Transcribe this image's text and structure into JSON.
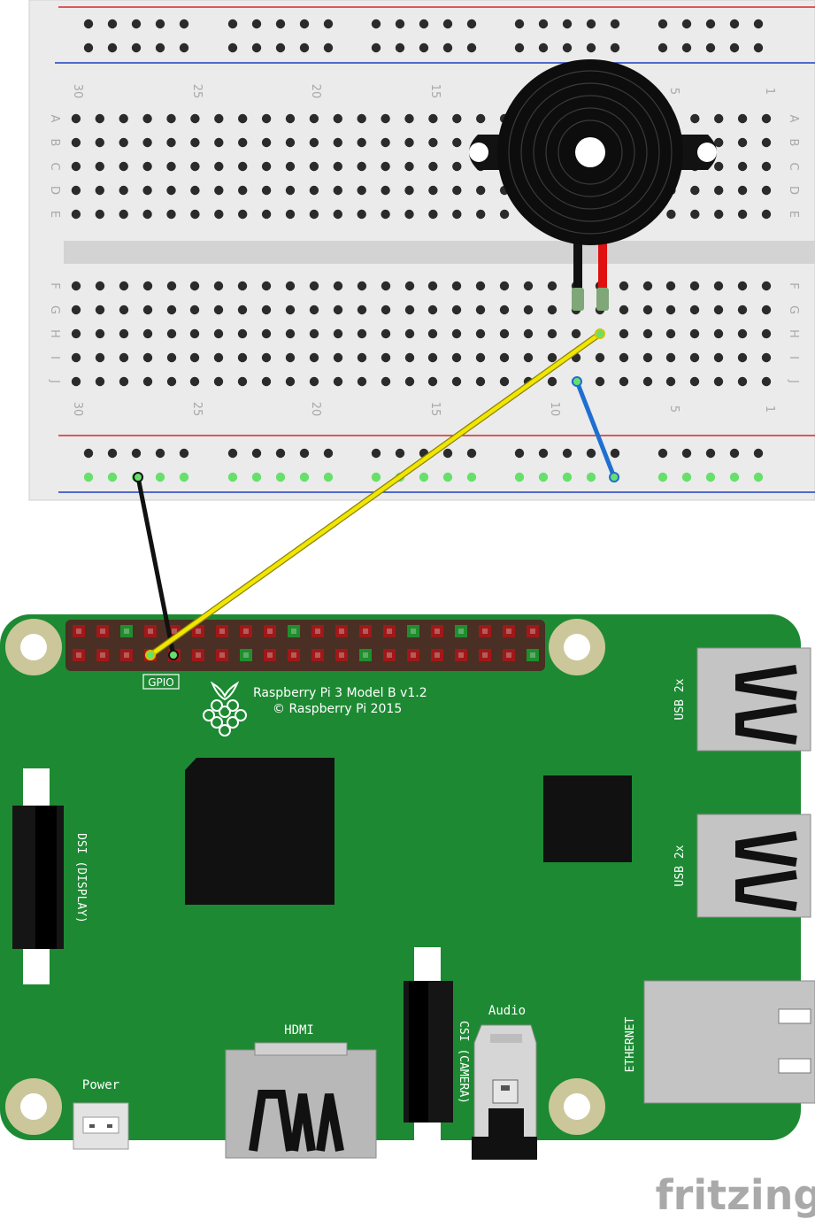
{
  "breadboard": {
    "column_numbers": [
      "30",
      "25",
      "20",
      "15",
      "10",
      "5",
      "1"
    ],
    "rows_top": [
      "A",
      "B",
      "C",
      "D",
      "E"
    ],
    "rows_bottom": [
      "F",
      "G",
      "H",
      "I",
      "J"
    ],
    "rail_colors": {
      "positive": "#d62828",
      "negative": "#1f3fbf"
    }
  },
  "buzzer": {
    "lead_colors": [
      "#111111",
      "#e01010"
    ]
  },
  "wires": [
    {
      "name": "ground-wire",
      "color": "#111111"
    },
    {
      "name": "signal-wire",
      "color": "#f2e600"
    },
    {
      "name": "rail-jumper-wire",
      "color": "#1f6fd0"
    }
  ],
  "board": {
    "title": "Raspberry Pi 3 Model B v1.2",
    "copyright": "© Raspberry Pi 2015",
    "gpio_label": "GPIO",
    "dsi_label": "DSI (DISPLAY)",
    "csi_label": "CSI (CAMERA)",
    "audio_label": "Audio",
    "hdmi_label": "HDMI",
    "power_label": "Power",
    "ethernet_label": "ETHERNET",
    "usb_label_1": "USB 2x",
    "usb_label_2": "USB 2x",
    "pcb_color": "#1d8a33",
    "header_pin_colors": {
      "red": "#a01818",
      "green": "#1f8f2e",
      "frame": "#4a2f24"
    }
  },
  "watermark": "fritzing"
}
